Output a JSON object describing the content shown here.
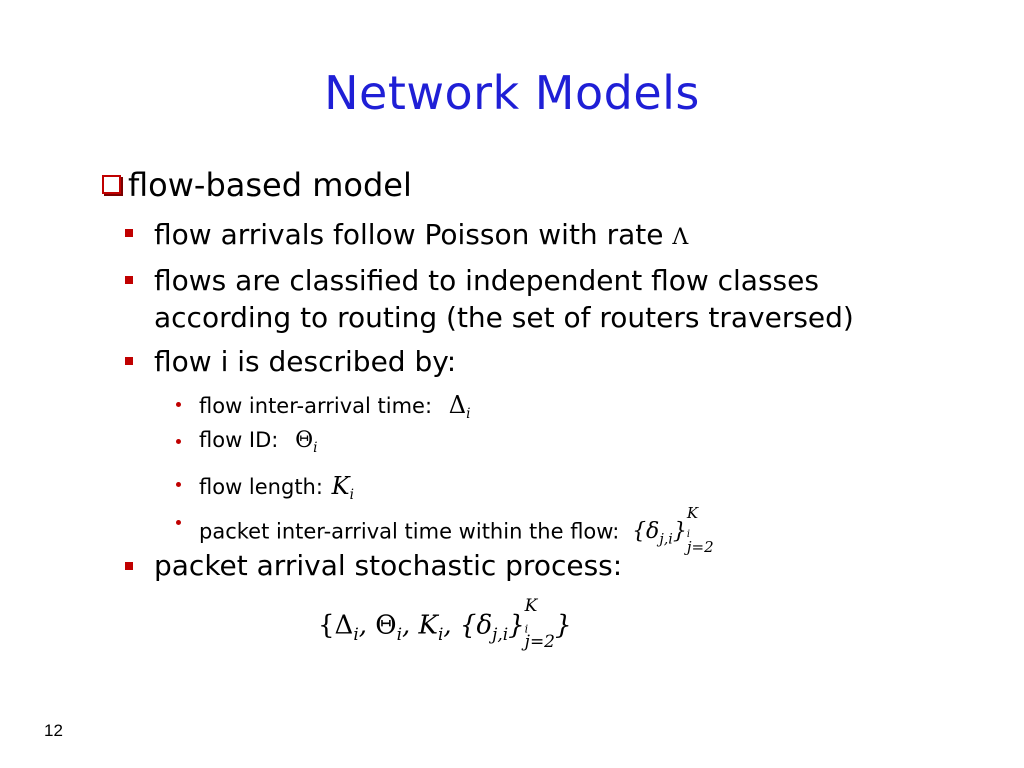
{
  "title": "Network Models",
  "bullet1": "flow-based model",
  "sub": {
    "item1": "flow arrivals follow Poisson with rate",
    "item1_sym": "Λ",
    "item2_line1": "flows are classified to independent flow classes",
    "item2_line2": "according to routing (the set of routers traversed)",
    "item3": "flow i is described by:",
    "item4": "packet arrival stochastic process:"
  },
  "subsub": {
    "a": "flow inter-arrival time:",
    "b": "flow ID:",
    "c": "flow length:",
    "d": "packet inter-arrival time within the flow:"
  },
  "math": {
    "delta_i": "Δ",
    "theta_i": "Θ",
    "K_i": "K",
    "i": "i",
    "delta_set": "{δ",
    "ji": "j,i",
    "K_sup": "K",
    "j2": "j=2",
    "process": "{Δ",
    "process_theta": "Θ",
    "process_K": "K",
    "process_delta": "{δ"
  },
  "page_number": "12",
  "colors": {
    "title": "#1f1fd6",
    "bullet": "#c00000"
  }
}
